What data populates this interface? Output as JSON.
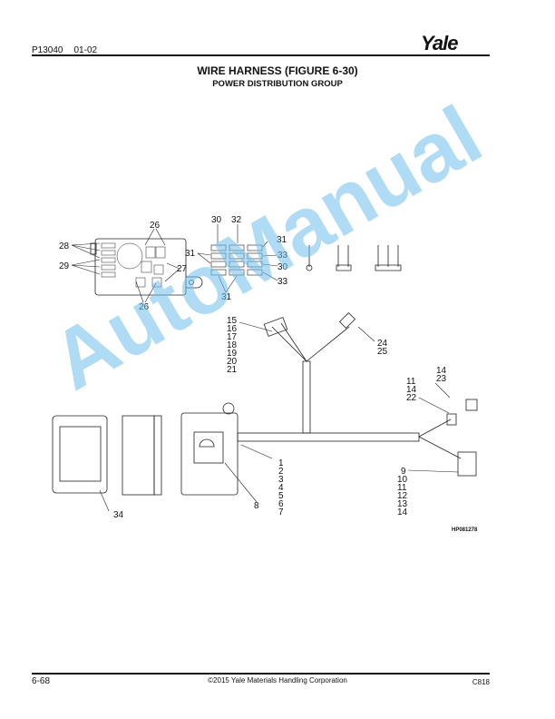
{
  "header": {
    "part_number": "P13040",
    "date": "01-02",
    "brand_logo": "Yale"
  },
  "title": "WIRE HARNESS (FIGURE 6-30)",
  "subtitle": "POWER DISTRIBUTION GROUP",
  "figure": {
    "fuse_box_callouts": {
      "top": "26",
      "left_upper": "28",
      "left_lower": "29",
      "right": "27",
      "bottom": "26"
    },
    "fuse_grid_callouts": {
      "top_left": "30",
      "top_mid": "32",
      "top_right": "31",
      "left": "31",
      "right_1": "33",
      "right_2": "30",
      "right_3": "33",
      "bottom": "31"
    },
    "connector_top_left": [
      "15",
      "16",
      "17",
      "18",
      "19",
      "20",
      "21"
    ],
    "connector_top_right": [
      "24",
      "25"
    ],
    "connector_far_right": [
      "14",
      "23"
    ],
    "connector_mid_right": [
      "11",
      "14",
      "22"
    ],
    "main_box": [
      "1",
      "2",
      "3",
      "4",
      "5",
      "6",
      "7"
    ],
    "label_item": "8",
    "connector_bottom_right": [
      "9",
      "10",
      "11",
      "12",
      "13",
      "14"
    ],
    "cover": "34",
    "figure_code": "HP081278"
  },
  "watermark": "AutoManual",
  "footer": {
    "page": "6-68",
    "copyright": "©2015 Yale Materials Handling Corporation",
    "code": "C818"
  }
}
